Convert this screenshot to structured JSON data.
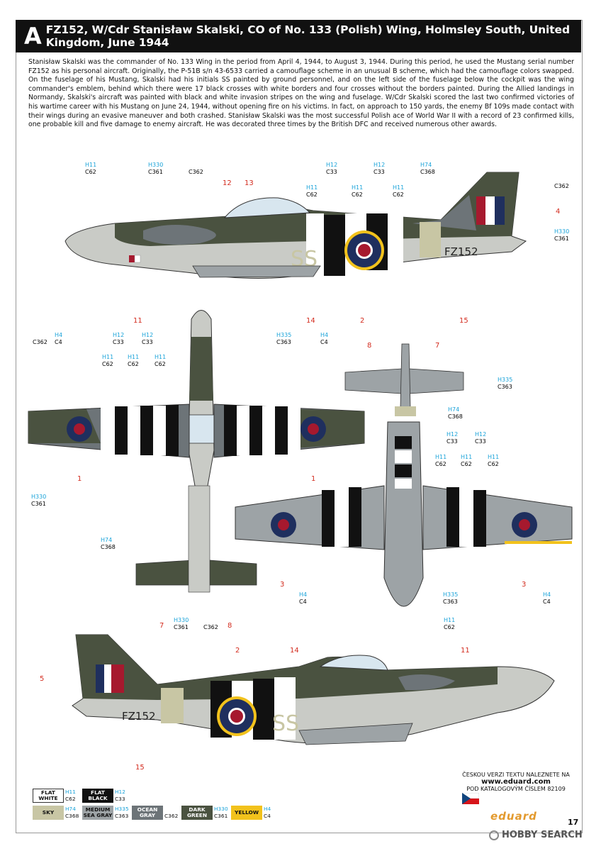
{
  "header": {
    "letter": "A",
    "title": "FZ152, W/Cdr Stanisław Skalski, CO of No. 133 (Polish) Wing, Holmsley South, United Kingdom, June 1944"
  },
  "description": "Stanisław Skalski was the commander of No. 133 Wing in the period from April 4, 1944, to August 3, 1944. During this period, he used the Mustang serial number FZ152 as his personal aircraft. Originally, the P-51B s/n 43-6533 carried a camouflage scheme in an unusual B scheme, which had the camouflage colors swapped. On the fuselage of his Mustang, Skalski had his initials SS painted by ground personnel, and on the left side of the fuselage below the cockpit was the wing commander's emblem, behind which there were 17 black crosses with white borders and four crosses without the borders painted. During the Allied landings in Normandy, Skalski's aircraft was painted with black and white invasion stripes on the wing and fuselage. W/Cdr Skalski scored the last two confirmed victories of his wartime career with his Mustang on June 24, 1944, without opening fire on his victims. In fact, on approach to 150 yards, the enemy Bf 109s made contact with their wings during an evasive maneuver and both crashed. Stanisław Skalski was the most successful Polish ace of World War II with a record of 23 confirmed kills, one probable kill and five damage to enemy aircraft. He was decorated three times by the British DFC and received numerous other awards.",
  "markings": {
    "serial": "FZ152",
    "initials": "SS"
  },
  "callouts": {
    "h11": "H11",
    "c62": "C62",
    "h12": "H12",
    "c33": "C33",
    "h330": "H330",
    "c361": "C361",
    "h335": "H335",
    "c363": "C363",
    "h74": "H74",
    "c368": "C368",
    "h4": "H4",
    "c4": "C4",
    "c362": "C362"
  },
  "numbers": [
    "1",
    "2",
    "3",
    "4",
    "5",
    "7",
    "8",
    "11",
    "12",
    "13",
    "14",
    "15"
  ],
  "legend": [
    {
      "name": "FLAT WHITE",
      "h": "H11",
      "c": "C62",
      "color": "#ffffff",
      "text": "#111111"
    },
    {
      "name": "FLAT BLACK",
      "h": "H12",
      "c": "C33",
      "color": "#111111",
      "text": "#ffffff"
    },
    {
      "name": "SKY",
      "h": "H74",
      "c": "C368",
      "color": "#c8c6a4",
      "text": "#111111"
    },
    {
      "name": "MEDIUM SEA GRAY",
      "h": "H335",
      "c": "C363",
      "color": "#9da3a6",
      "text": "#111111"
    },
    {
      "name": "OCEAN GRAY",
      "h": "",
      "c": "C362",
      "color": "#6d7478",
      "text": "#ffffff"
    },
    {
      "name": "DARK GREEN",
      "h": "H330",
      "c": "C361",
      "color": "#4a5240",
      "text": "#ffffff"
    },
    {
      "name": "YELLOW",
      "h": "H4",
      "c": "C4",
      "color": "#f2c21c",
      "text": "#111111"
    }
  ],
  "czech_note": {
    "line1": "ČESKOU VERZI TEXTU NALEZNETE NA",
    "url": "www.eduard.com",
    "line2": "POD KATALOGOVÝM ČÍSLEM 82109"
  },
  "brand": "eduard",
  "page_number": "17",
  "watermark": "HOBBY SEARCH",
  "colors": {
    "dark_green": "#4a5240",
    "ocean_gray": "#6d7478",
    "sea_gray": "#9da3a6",
    "sky": "#c8c6a4",
    "roundel_blue": "#1f2f5e",
    "roundel_red": "#a6192e",
    "yellow": "#f2c21c",
    "callout_blue": "#1aa3d9",
    "number_red": "#d32b1e"
  }
}
